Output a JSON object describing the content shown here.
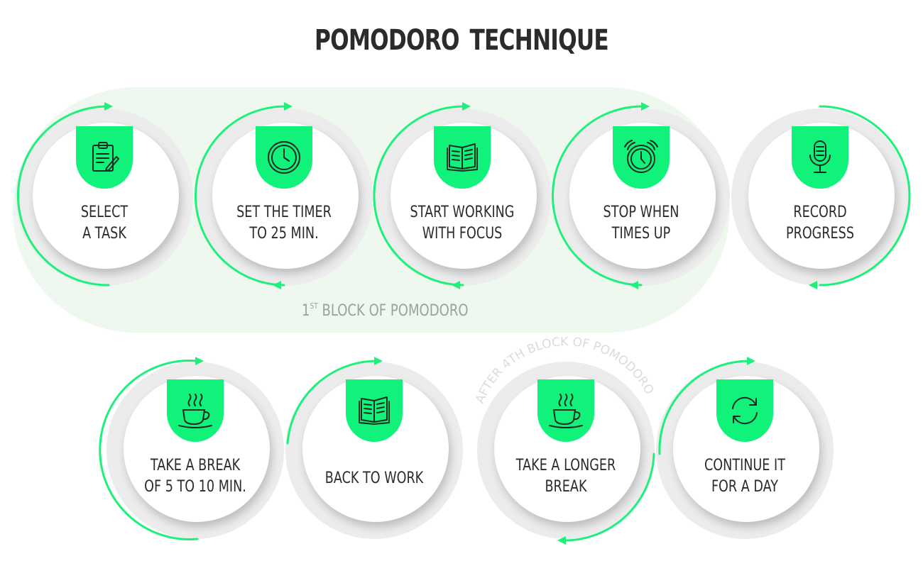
{
  "title": "POMODORO  TECHNIQUE",
  "block1_label": {
    "num": "1",
    "sup": "ST",
    "text": " BLOCK OF POMODORO"
  },
  "block4_label": "AFTER 4TH BLOCK OF POMODORO",
  "colors": {
    "accent": "#10f27a",
    "ring": "#ececec",
    "band": "#eef8ef",
    "text": "#2b2b2b"
  },
  "steps": [
    {
      "icon": "clipboard-icon",
      "line1": "SELECT",
      "line2": "A TASK"
    },
    {
      "icon": "clock-icon",
      "line1": "SET THE TIMER",
      "line2": "TO 25 MIN."
    },
    {
      "icon": "book-icon",
      "line1": "START WORKING",
      "line2": "WITH FOCUS"
    },
    {
      "icon": "alarm-clock-icon",
      "line1": "STOP WHEN",
      "line2": "TIMES UP"
    },
    {
      "icon": "microphone-icon",
      "line1": "RECORD",
      "line2": "PROGRESS"
    },
    {
      "icon": "coffee-cup-icon",
      "line1": "TAKE A BREAK",
      "line2": "OF 5 TO 10 MIN."
    },
    {
      "icon": "book-icon",
      "line1": "BACK TO WORK",
      "line2": ""
    },
    {
      "icon": "coffee-cup-icon",
      "line1": "TAKE A LONGER",
      "line2": "BREAK"
    },
    {
      "icon": "refresh-icon",
      "line1": "CONTINUE IT",
      "line2": "FOR A DAY"
    }
  ]
}
